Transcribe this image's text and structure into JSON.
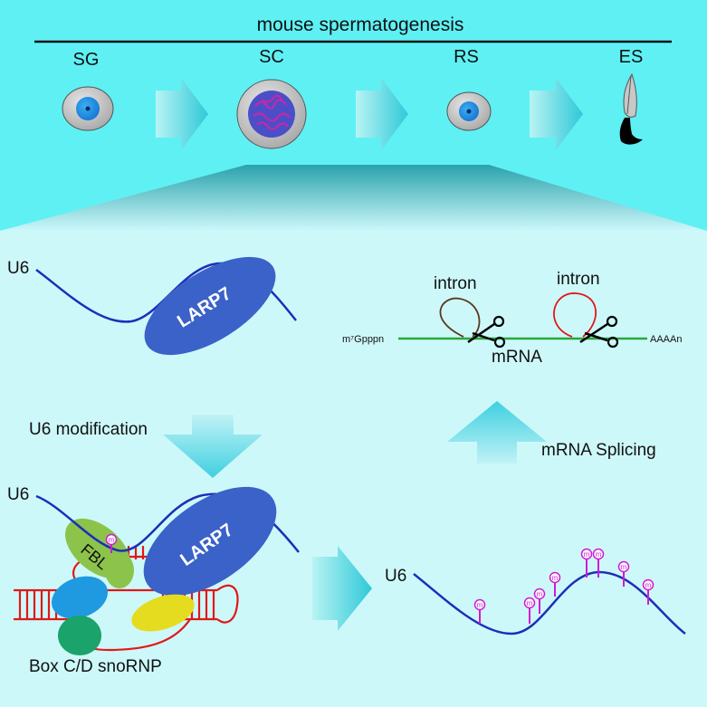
{
  "header": {
    "title": "mouse spermatogenesis",
    "stages": [
      "SG",
      "SC",
      "RS",
      "ES"
    ]
  },
  "left_panel": {
    "u6_label_top": "U6",
    "larp7_label_top": "LARP7",
    "modification_label": "U6 modification",
    "u6_label_bottom": "U6",
    "fbl_label": "FBL",
    "larp7_label_bottom": "LARP7",
    "m_marker": "m",
    "snornp_label": "Box C/D snoRNP"
  },
  "right_panel": {
    "intron_label_1": "intron",
    "intron_label_2": "intron",
    "cap_label": "m⁷Gpppn",
    "mrna_label": "mRNA",
    "polya_label": "AAAAn",
    "splicing_label": "mRNA Splicing",
    "u6_label_mod": "U6",
    "m_marker": "m"
  },
  "colors": {
    "top_bg": "#5ff0f4",
    "bottom_bg": "#cdf8fa",
    "rna_blue": "#1c2fb8",
    "larp7": "#3a62c8",
    "mrna_green": "#2aa83a",
    "methyl": "#d21ad2",
    "stem_red": "#e01818"
  }
}
